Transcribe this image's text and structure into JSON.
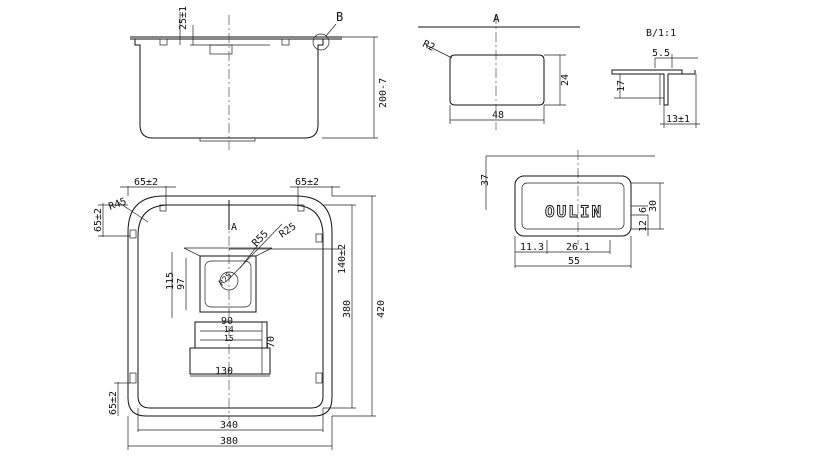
{
  "labels": {
    "detail_b": "B",
    "section_a": "A",
    "detail_scale": "B/1:1",
    "logo": "OULIN"
  },
  "front_view": {
    "dim_25": "25±1",
    "dim_200": "200-7"
  },
  "plan_view": {
    "dim_65_top_left": "65±2",
    "dim_65_top_right": "65±2",
    "dim_65_left": "65±2",
    "dim_65_bottom": "65±2",
    "r45": "R45",
    "r25": "R25",
    "r55": "R55",
    "r25_inner": "R25",
    "dim_140": "140±2",
    "dim_115": "115",
    "dim_97": "97",
    "dim_90": "90",
    "dim_14": "14",
    "dim_15": "15",
    "dim_70": "70",
    "dim_130": "130",
    "dim_380_v": "380",
    "dim_420": "420",
    "dim_340": "340",
    "dim_380_h": "380"
  },
  "section_a": {
    "r2": "R2",
    "dim_24": "24",
    "dim_48": "48"
  },
  "detail_b": {
    "dim_5_5": "5.5",
    "dim_17": "17",
    "dim_13": "13±1"
  },
  "logo_plate": {
    "dim_37": "37",
    "dim_6": "6",
    "dim_30": "30",
    "dim_12": "12",
    "dim_11_3": "11.3",
    "dim_26_1": "26.1",
    "dim_55": "55"
  }
}
